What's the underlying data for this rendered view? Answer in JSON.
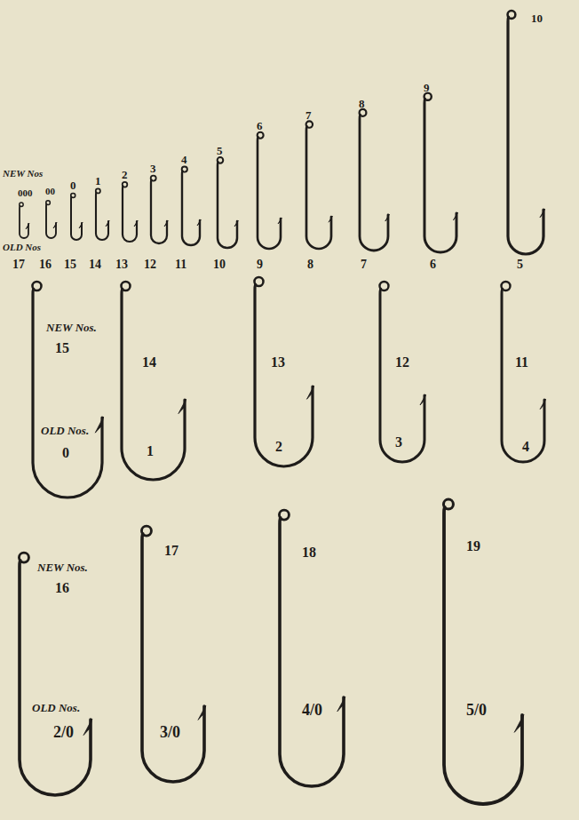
{
  "diagram": {
    "labels": [
      "NEW Nos",
      "000",
      "00",
      "0",
      "1",
      "2",
      "3",
      "4",
      "5",
      "6",
      "7",
      "8",
      "9",
      "10",
      "OLD Nos",
      "17",
      "16",
      "15",
      "14",
      "13",
      "12",
      "11",
      "10",
      "9",
      "8",
      "7",
      "6",
      "5",
      "NEW Nos.",
      "15",
      "OLD Nos.",
      "0",
      "14",
      "1",
      "13",
      "2",
      "12",
      "3",
      "11",
      "4",
      "NEW Nos.",
      "16",
      "OLD Nos.",
      "2/0",
      "17",
      "3/0",
      "18",
      "4/0",
      "19",
      "5/0"
    ]
  }
}
